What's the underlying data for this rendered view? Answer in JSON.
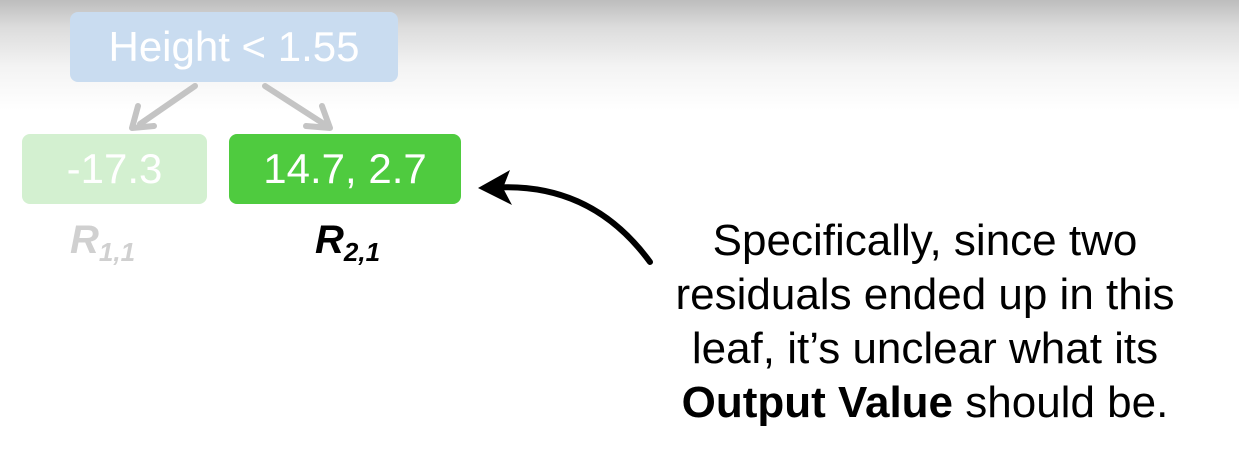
{
  "tree": {
    "root": {
      "label": "Height < 1.55",
      "color": "#c9dcf0"
    },
    "leaves": [
      {
        "value": "-17.3",
        "region": "R",
        "subscript": "1,1",
        "color": "#d3f0d0",
        "faded": true
      },
      {
        "value": "14.7, 2.7",
        "region": "R",
        "subscript": "2,1",
        "color": "#4fcb3f",
        "faded": false
      }
    ]
  },
  "caption": {
    "line1": "Specifically, since two",
    "line2": "residuals ended up in this",
    "line3": "leaf, it’s unclear what its",
    "line4_bold": "Output Value",
    "line4_rest": " should be."
  }
}
